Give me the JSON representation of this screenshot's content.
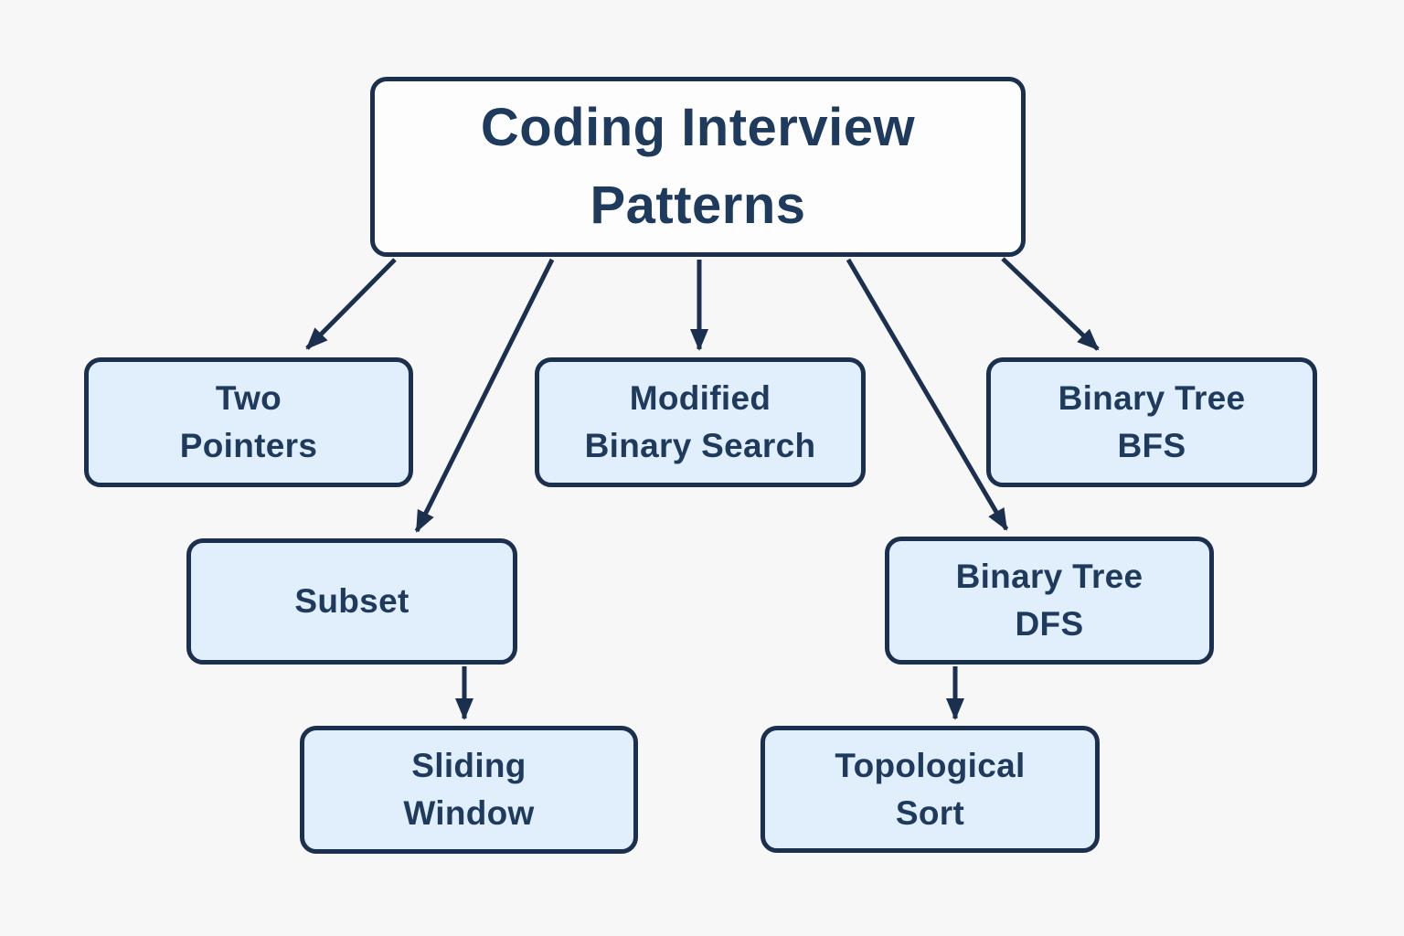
{
  "diagram": {
    "type": "flowchart",
    "title": "Coding Interview Patterns",
    "colors": {
      "background": "#f7f7f8",
      "node_fill": "#e1eefc",
      "root_fill": "#fdfdfe",
      "node_border": "#1b2f4e",
      "text": "#1e3a5c",
      "arrow": "#1b2f4e"
    },
    "nodes": {
      "root": {
        "label": "Coding Interview\nPatterns"
      },
      "two_pointers": {
        "label": "Two\nPointers"
      },
      "modified_binary_search": {
        "label": "Modified\nBinary Search"
      },
      "binary_tree_bfs": {
        "label": "Binary Tree\nBFS"
      },
      "subset": {
        "label": "Subset"
      },
      "binary_tree_dfs": {
        "label": "Binary Tree\nDFS"
      },
      "sliding_window": {
        "label": "Sliding\nWindow"
      },
      "topological_sort": {
        "label": "Topological\nSort"
      }
    },
    "edges": [
      {
        "from": "root",
        "to": "two_pointers"
      },
      {
        "from": "root",
        "to": "subset"
      },
      {
        "from": "root",
        "to": "modified_binary_search"
      },
      {
        "from": "root",
        "to": "binary_tree_dfs"
      },
      {
        "from": "root",
        "to": "binary_tree_bfs"
      },
      {
        "from": "subset",
        "to": "sliding_window"
      },
      {
        "from": "binary_tree_dfs",
        "to": "topological_sort"
      }
    ]
  }
}
